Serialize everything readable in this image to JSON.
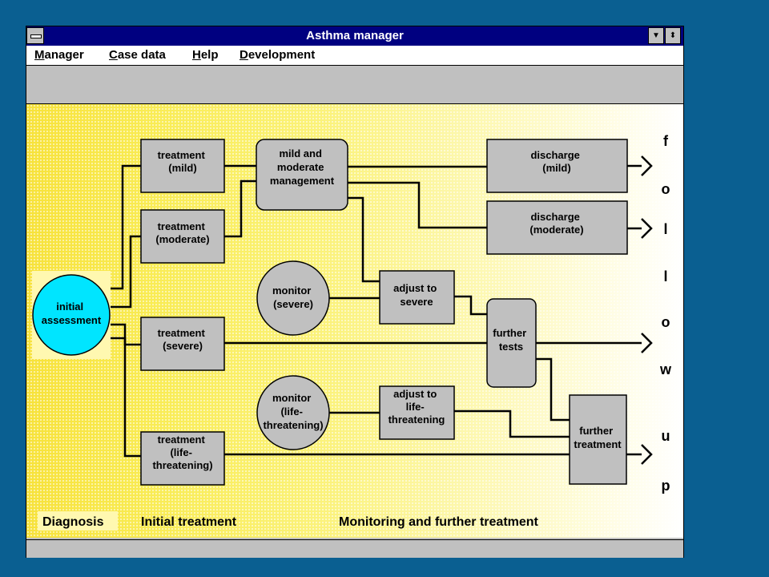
{
  "window": {
    "title": "Asthma manager"
  },
  "menubar": {
    "items": [
      {
        "label": "Manager",
        "mnemonic": "M",
        "rest": "anager"
      },
      {
        "label": "Case data",
        "mnemonic": "C",
        "rest": "ase data"
      },
      {
        "label": "Help",
        "mnemonic": "H",
        "rest": "elp"
      },
      {
        "label": "Development",
        "mnemonic": "D",
        "rest": "evelopment"
      }
    ]
  },
  "colors": {
    "titlebar": "#000080",
    "box": "#c0c0c0",
    "initial_node": "#00e5ff",
    "desktop": "#0a5f91",
    "canvas_yellow": "#f7e23a"
  },
  "diagram": {
    "nodes": {
      "initial_assessment": [
        "initial",
        "assessment"
      ],
      "treatment_mild": [
        "treatment",
        "(mild)"
      ],
      "treatment_moderate": [
        "treatment",
        "(moderate)"
      ],
      "treatment_severe": [
        "treatment",
        "(severe)"
      ],
      "treatment_life": [
        "treatment",
        "(life-",
        "threatening)"
      ],
      "mild_moderate_mgmt": [
        "mild and",
        "moderate",
        "management"
      ],
      "monitor_severe": [
        "monitor",
        "(severe)"
      ],
      "monitor_life": [
        "monitor",
        "(life-",
        "threatening)"
      ],
      "adjust_severe": [
        "adjust to",
        "severe"
      ],
      "adjust_life": [
        "adjust to",
        "life-",
        "threatening"
      ],
      "further_tests": [
        "further",
        "tests"
      ],
      "further_treatment": [
        "further",
        "treatment"
      ],
      "discharge_mild": [
        "discharge",
        "(mild)"
      ],
      "discharge_moderate": [
        "discharge",
        "(moderate)"
      ]
    },
    "follow_up_letters": [
      "f",
      "o",
      "l",
      "l",
      "o",
      "w",
      "u",
      "p"
    ],
    "sections": {
      "diagnosis": "Diagnosis",
      "initial_treatment": "Initial treatment",
      "monitoring": "Monitoring and further treatment"
    }
  }
}
